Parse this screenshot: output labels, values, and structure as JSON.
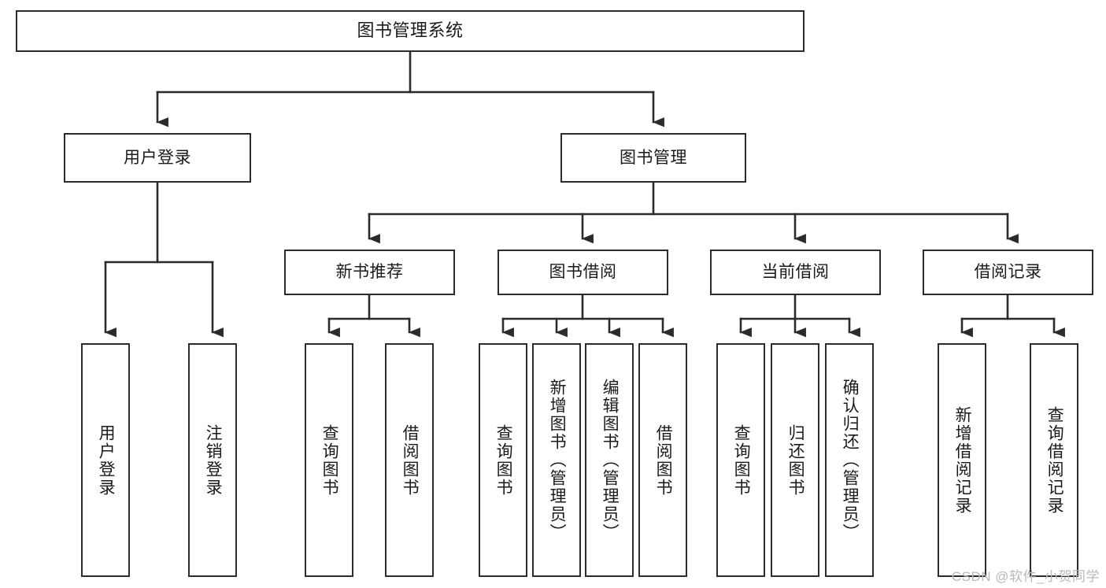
{
  "diagram": {
    "type": "tree-hierarchy-chart",
    "title": "图书管理系统",
    "theme": {
      "box_border_color": "#2b2b2b",
      "box_fill_color": "#ffffff",
      "connector_color": "#2b2b2b",
      "text_color": "#1a1a1a",
      "watermark_color": "#b9b9b9",
      "background": "#ffffff"
    },
    "nodes": {
      "root": {
        "label": "图书管理系统"
      },
      "level2": [
        {
          "id": "user-login",
          "label": "用户登录"
        },
        {
          "id": "book-management",
          "label": "图书管理"
        }
      ],
      "level3": [
        {
          "id": "new-book-recommend",
          "label": "新书推荐"
        },
        {
          "id": "book-borrow",
          "label": "图书借阅"
        },
        {
          "id": "current-borrow",
          "label": "当前借阅"
        },
        {
          "id": "borrow-record",
          "label": "借阅记录"
        }
      ],
      "leaves": {
        "user-login": [
          {
            "id": "leaf-user-login",
            "label": "用户登录"
          },
          {
            "id": "leaf-logout",
            "label": "注销登录"
          }
        ],
        "new-book-recommend": [
          {
            "id": "leaf-query-book-1",
            "label": "查询图书"
          },
          {
            "id": "leaf-borrow-book-1",
            "label": "借阅图书"
          }
        ],
        "book-borrow": [
          {
            "id": "leaf-query-book-2",
            "label": "查询图书"
          },
          {
            "id": "leaf-add-book",
            "label": "新增图书（管理员）"
          },
          {
            "id": "leaf-edit-book",
            "label": "编辑图书（管理员）"
          },
          {
            "id": "leaf-borrow-book-2",
            "label": "借阅图书"
          }
        ],
        "current-borrow": [
          {
            "id": "leaf-query-book-3",
            "label": "查询图书"
          },
          {
            "id": "leaf-return-book",
            "label": "归还图书"
          },
          {
            "id": "leaf-confirm-return",
            "label": "确认归还（管理员）"
          }
        ],
        "borrow-record": [
          {
            "id": "leaf-add-record",
            "label": "新增借阅记录"
          },
          {
            "id": "leaf-query-record",
            "label": "查询借阅记录"
          }
        ]
      }
    },
    "watermark": "CSDN @软件_小贺同学"
  }
}
